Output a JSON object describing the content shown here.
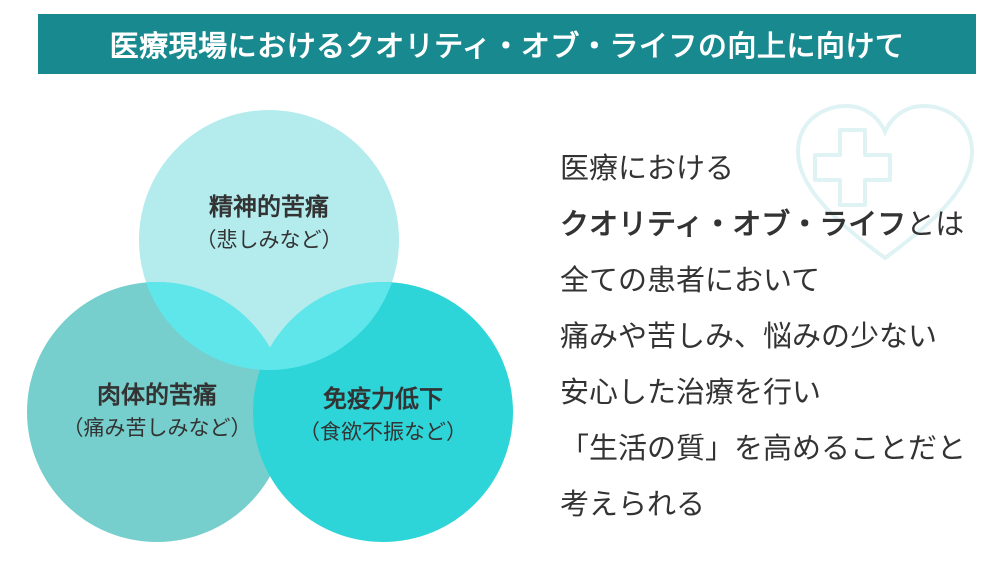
{
  "header": {
    "title": "医療現場におけるクオリティ・オブ・ライフの向上に向けて"
  },
  "colors": {
    "header_bg": "#188a8f",
    "circle_top": "#b4ecee",
    "circle_left": "#76cfcd",
    "circle_right": "#2dd5d8",
    "overlap_accent": "#5ee6ea"
  },
  "venn": {
    "circles": [
      {
        "name": "精神的苦痛",
        "note": "（悲しみなど）"
      },
      {
        "name": "肉体的苦痛",
        "note": "（痛み苦しみなど）"
      },
      {
        "name": "免疫力低下",
        "note": "（食欲不振など）"
      }
    ]
  },
  "decor": {
    "icon": "heart-cross-outline-icon"
  },
  "body_text": {
    "lines": [
      {
        "text": "医療における"
      },
      {
        "emphasis": "クオリティ・オブ・ライフ",
        "text": "とは"
      },
      {
        "text": "全ての患者において"
      },
      {
        "text": "痛みや苦しみ、悩みの少ない"
      },
      {
        "text": "安心した治療を行い"
      },
      {
        "text": "「生活の質」を高めることだと"
      },
      {
        "text": "考えられる"
      }
    ]
  }
}
